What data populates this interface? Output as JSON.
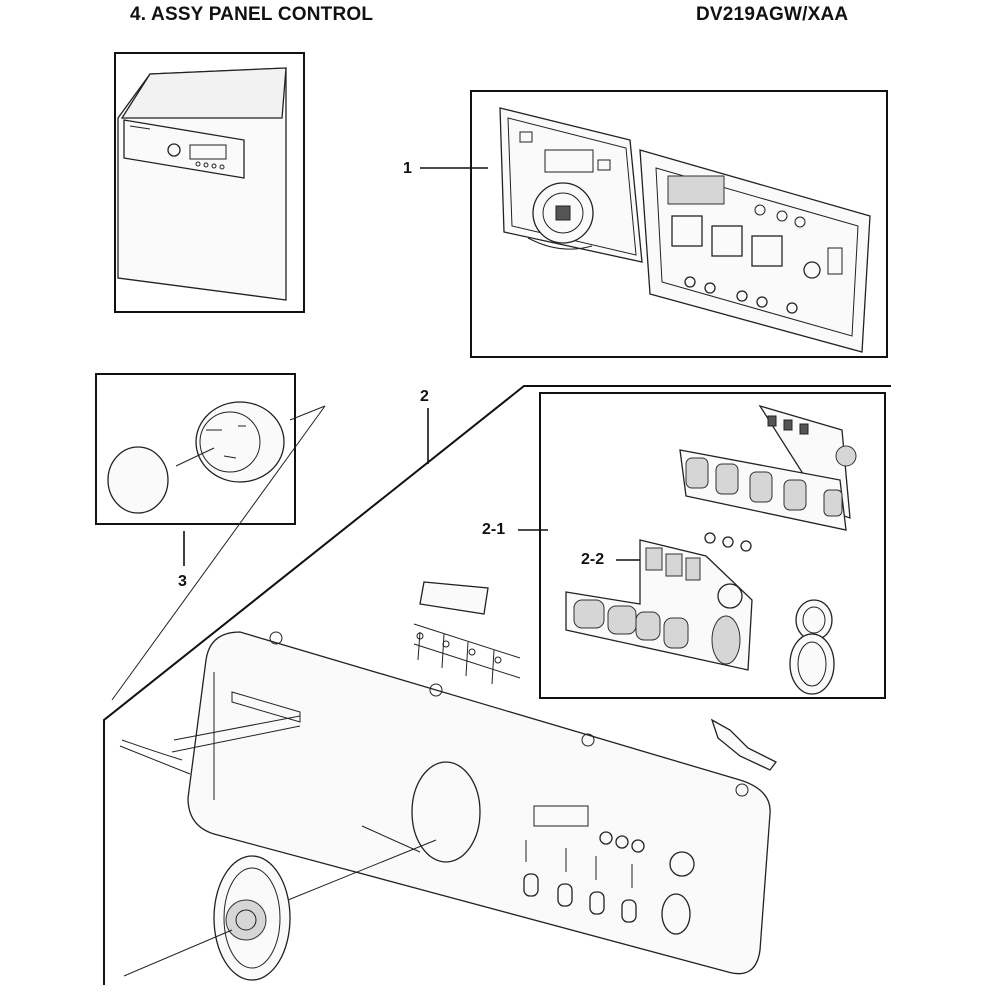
{
  "header": {
    "title": "4. ASSY PANEL CONTROL",
    "model": "DV219AGW/XAA"
  },
  "callouts": {
    "c1": "1",
    "c2": "2",
    "c2_1": "2-1",
    "c2_2": "2-2",
    "c3": "3"
  },
  "colors": {
    "line": "#111111",
    "background": "#ffffff"
  }
}
